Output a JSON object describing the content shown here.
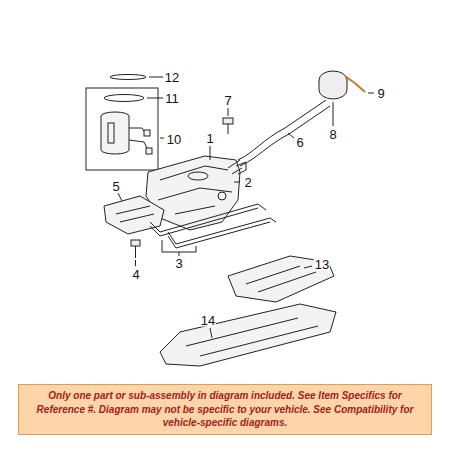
{
  "diagram": {
    "nodes": [
      {
        "text": [
          "Only one part or sub-assembly in diagram included. See Item Specifics for Reference #. Diagram may not be specific to your vehicle. See Compatibility for vehicle-specific diagrams."
        ]
      }
    ],
    "labels": [
      "12",
      "11",
      "10",
      "1",
      "7",
      "6",
      "8",
      "9",
      "2",
      "5",
      "3",
      "4",
      "13",
      "14"
    ]
  }
}
